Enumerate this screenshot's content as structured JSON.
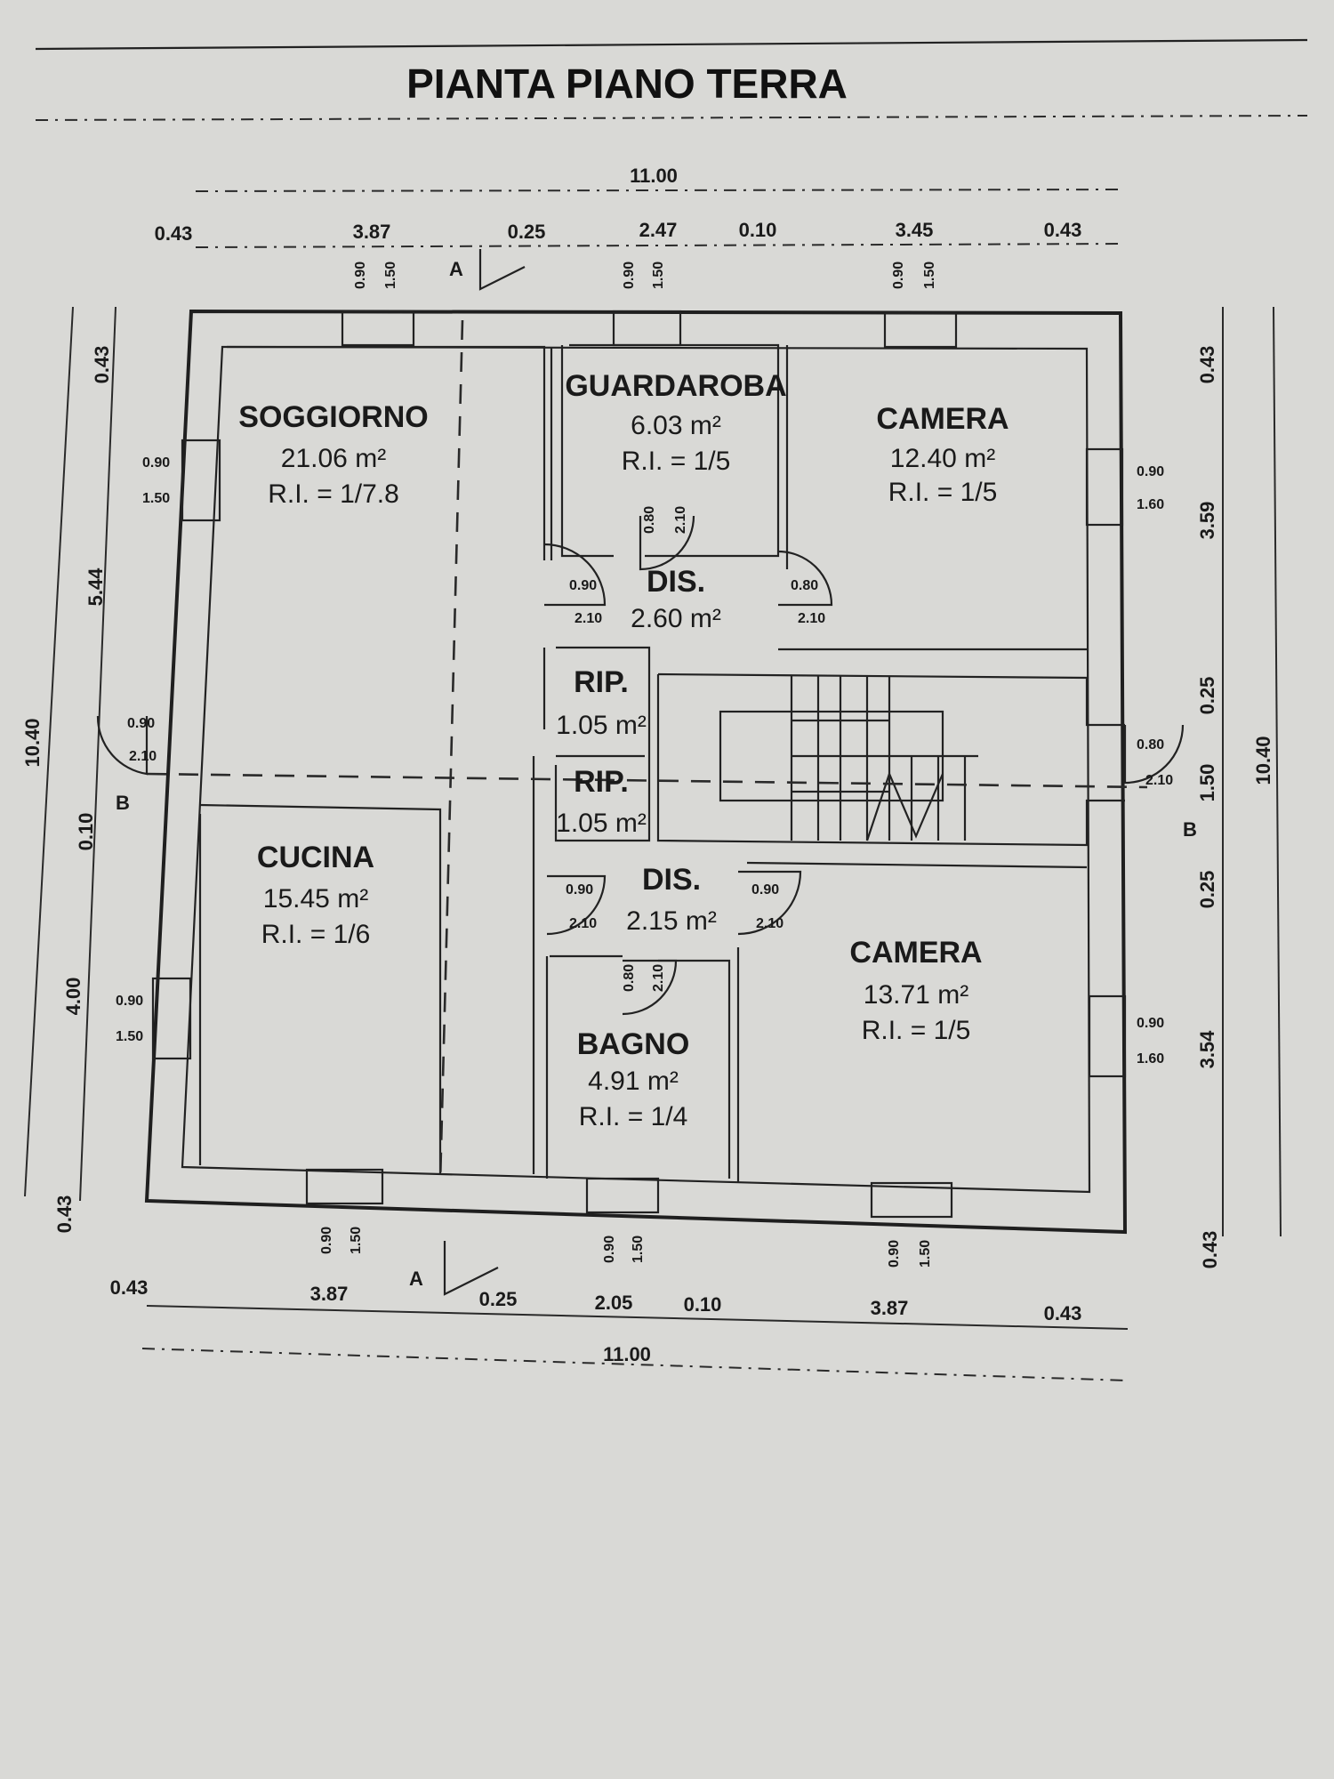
{
  "title": "PIANTA PIANO TERRA",
  "sections": {
    "a": "A",
    "b": "B"
  },
  "rooms": [
    {
      "key": "soggiorno",
      "name": "SOGGIORNO",
      "area": "21.06 m²",
      "ri": "R.I. = 1/7.8"
    },
    {
      "key": "guardaroba",
      "name": "GUARDAROBA",
      "area": "6.03 m²",
      "ri": "R.I. = 1/5"
    },
    {
      "key": "camera1",
      "name": "CAMERA",
      "area": "12.40 m²",
      "ri": "R.I. = 1/5"
    },
    {
      "key": "dis1",
      "name": "DIS.",
      "area": "2.60 m²",
      "ri": ""
    },
    {
      "key": "rip1",
      "name": "RIP.",
      "area": "1.05 m²",
      "ri": ""
    },
    {
      "key": "rip2",
      "name": "RIP.",
      "area": "1.05 m²",
      "ri": ""
    },
    {
      "key": "cucina",
      "name": "CUCINA",
      "area": "15.45 m²",
      "ri": "R.I. = 1/6"
    },
    {
      "key": "dis2",
      "name": "DIS.",
      "area": "2.15 m²",
      "ri": ""
    },
    {
      "key": "camera2",
      "name": "CAMERA",
      "area": "13.71 m²",
      "ri": "R.I. = 1/5"
    },
    {
      "key": "bagno",
      "name": "BAGNO",
      "area": "4.91 m²",
      "ri": "R.I. = 1/4"
    }
  ],
  "dimensions": {
    "top_total": "11.00",
    "top_segments": [
      "0.43",
      "3.87",
      "0.25",
      "2.47",
      "0.10",
      "3.45",
      "0.43"
    ],
    "bottom_segments": [
      "0.43",
      "3.87",
      "0.25",
      "2.05",
      "0.10",
      "3.87",
      "0.43"
    ],
    "bottom_total": "11.00",
    "left_total": "10.40",
    "left_segments": [
      "0.43",
      "5.44",
      "0.10",
      "4.00",
      "0.43"
    ],
    "right_total": "10.40",
    "right_segments": [
      "0.43",
      "3.59",
      "0.25",
      "1.50",
      "0.25",
      "3.54",
      "0.43"
    ]
  },
  "openings": {
    "win_w": "0.90",
    "win_h_150": "1.50",
    "win_h_160": "1.60",
    "door_w_090": "0.90",
    "door_w_080": "0.80",
    "door_h": "2.10",
    "door_h_alt": "2.10"
  }
}
